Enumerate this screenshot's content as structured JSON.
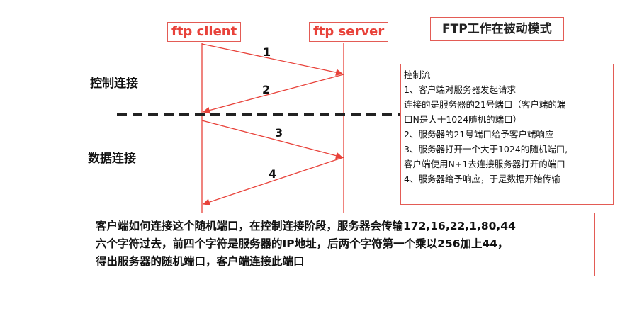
{
  "title": "FTP工作在被动模式",
  "client_label": "ftp client",
  "server_label": "ftp server",
  "phases": {
    "control": "控制连接",
    "data": "数据连接"
  },
  "steps": [
    "1",
    "2",
    "3",
    "4"
  ],
  "info_box": {
    "lines": [
      "控制流",
      "1、客户端对服务器发起请求",
      "连接的是服务器的21号端口（客户端的端",
      "口N是大于1024随机的端口）",
      "2、服务器的21号端口给予客户端响应",
      "3、服务器打开一个大于1024的随机端口,",
      "客户端使用N+1去连接服务器打开的端口",
      "4、服务器给予响应，于是数据开始传输"
    ]
  },
  "bottom_note": {
    "lines": [
      "客户端如何连接这个随机端口，在控制连接阶段，服务器会传输172,16,22,1,80,44",
      "六个字符过去，前四个字符是服务器的IP地址，后两个字符第一个乘以256加上44，",
      "得出服务器的随机端口，客户端连接此端口"
    ]
  },
  "colors": {
    "accent": "#e8423a",
    "border": "#e35b55",
    "arrow": "#e8423a",
    "divider": "#222222"
  }
}
